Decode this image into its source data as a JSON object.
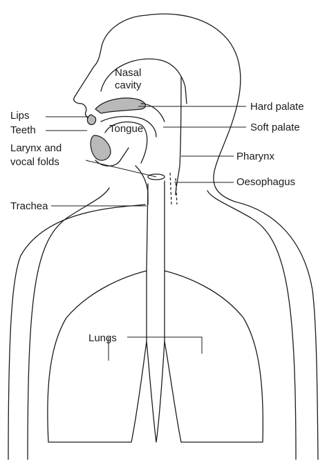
{
  "labels": {
    "nasal_line1": "Nasal",
    "nasal_line2": "cavity",
    "lips": "Lips",
    "teeth": "Teeth",
    "tongue": "Tongue",
    "larynx_line1": "Larynx and",
    "larynx_line2": "vocal folds",
    "trachea": "Trachea",
    "hard_palate": "Hard palate",
    "soft_palate": "Soft palate",
    "pharynx": "Pharynx",
    "oesophagus": "Oesophagus",
    "lungs": "Lungs"
  },
  "colors": {
    "outline": "#1a1a1a",
    "organ_fill": "#b9b9b9",
    "background": "#ffffff"
  }
}
